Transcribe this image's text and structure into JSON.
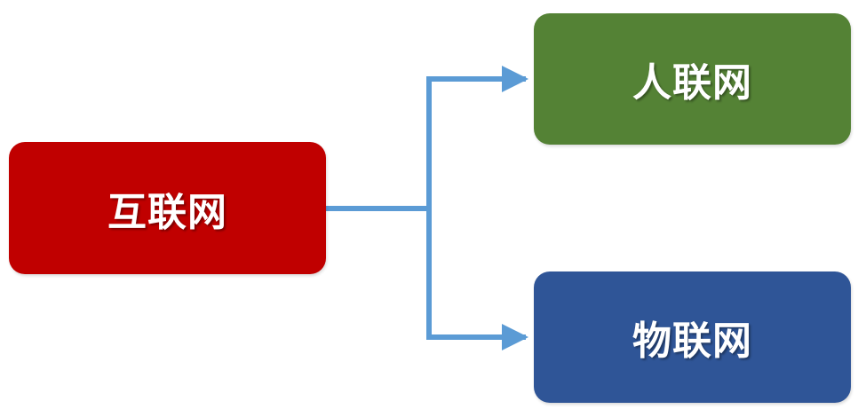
{
  "diagram": {
    "root": {
      "label": "互联网",
      "color": "#c00000"
    },
    "children": [
      {
        "label": "人联网",
        "color": "#548235"
      },
      {
        "label": "物联网",
        "color": "#2f5597"
      }
    ],
    "connector_color": "#5b9bd5"
  }
}
